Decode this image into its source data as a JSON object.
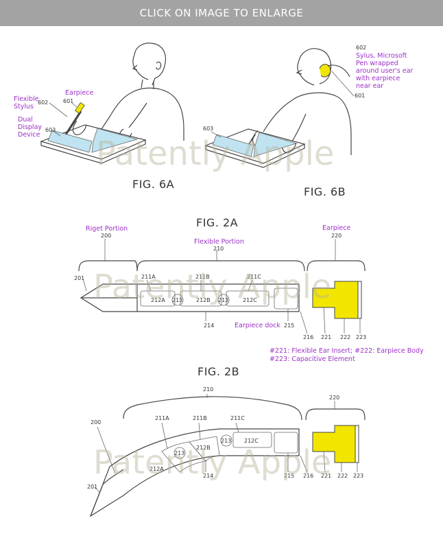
{
  "banner": {
    "text": "CLICK ON IMAGE TO ENLARGE"
  },
  "colors": {
    "banner_bg": "#a3a3a3",
    "label": "#9b30c8",
    "highlight": "#f2e600",
    "screen": "#bfe3f0"
  },
  "watermark": "Patently Apple",
  "fig6a": {
    "title": "FIG. 6A",
    "label_flexible": "Flexible",
    "label_stylus": "Stylus",
    "label_earpiece": "Earpiece",
    "label_dual": "Dual",
    "label_display": "Display",
    "label_device": "Device",
    "ref_602": "602",
    "ref_601": "601",
    "ref_603": "603"
  },
  "fig6b": {
    "title": "FIG. 6B",
    "ref_602": "602",
    "ref_601": "601",
    "ref_603": "603",
    "note_lines": [
      "Sylus, Microsoft",
      "Pen wrapped",
      "around user's ear",
      "with earpiece",
      "near ear"
    ]
  },
  "fig2a": {
    "title": "FIG. 2A",
    "label_rigid": "Riget Portion",
    "label_flexible": "Flexible Portion",
    "label_earpiece": "Earpiece",
    "label_dock": "Earpiece dock",
    "ref_200": "200",
    "ref_210": "210",
    "ref_220": "220",
    "ref_201": "201",
    "ref_211A": "211A",
    "ref_211B": "211B",
    "ref_211C": "211C",
    "ref_212A": "212A",
    "ref_212B": "212B",
    "ref_212C": "212C",
    "ref_213a": "213",
    "ref_213b": "213",
    "ref_214": "214",
    "ref_215": "215",
    "ref_216": "216",
    "ref_221": "221",
    "ref_222": "222",
    "ref_223": "223",
    "legend_line1": "#221: Flexible Ear Insert; #222: Earpiece Body",
    "legend_line2": "#223: Capacitive Element"
  },
  "fig2b": {
    "title": "FIG. 2B",
    "ref_210": "210",
    "ref_220": "220",
    "ref_200": "200",
    "ref_201": "201",
    "ref_211A": "211A",
    "ref_211B": "211B",
    "ref_211C": "211C",
    "ref_212A": "212A",
    "ref_212B": "212B",
    "ref_212C": "212C",
    "ref_213a": "213",
    "ref_213b": "213",
    "ref_214": "214",
    "ref_215": "215",
    "ref_216": "216",
    "ref_221": "221",
    "ref_222": "222",
    "ref_223": "223"
  }
}
